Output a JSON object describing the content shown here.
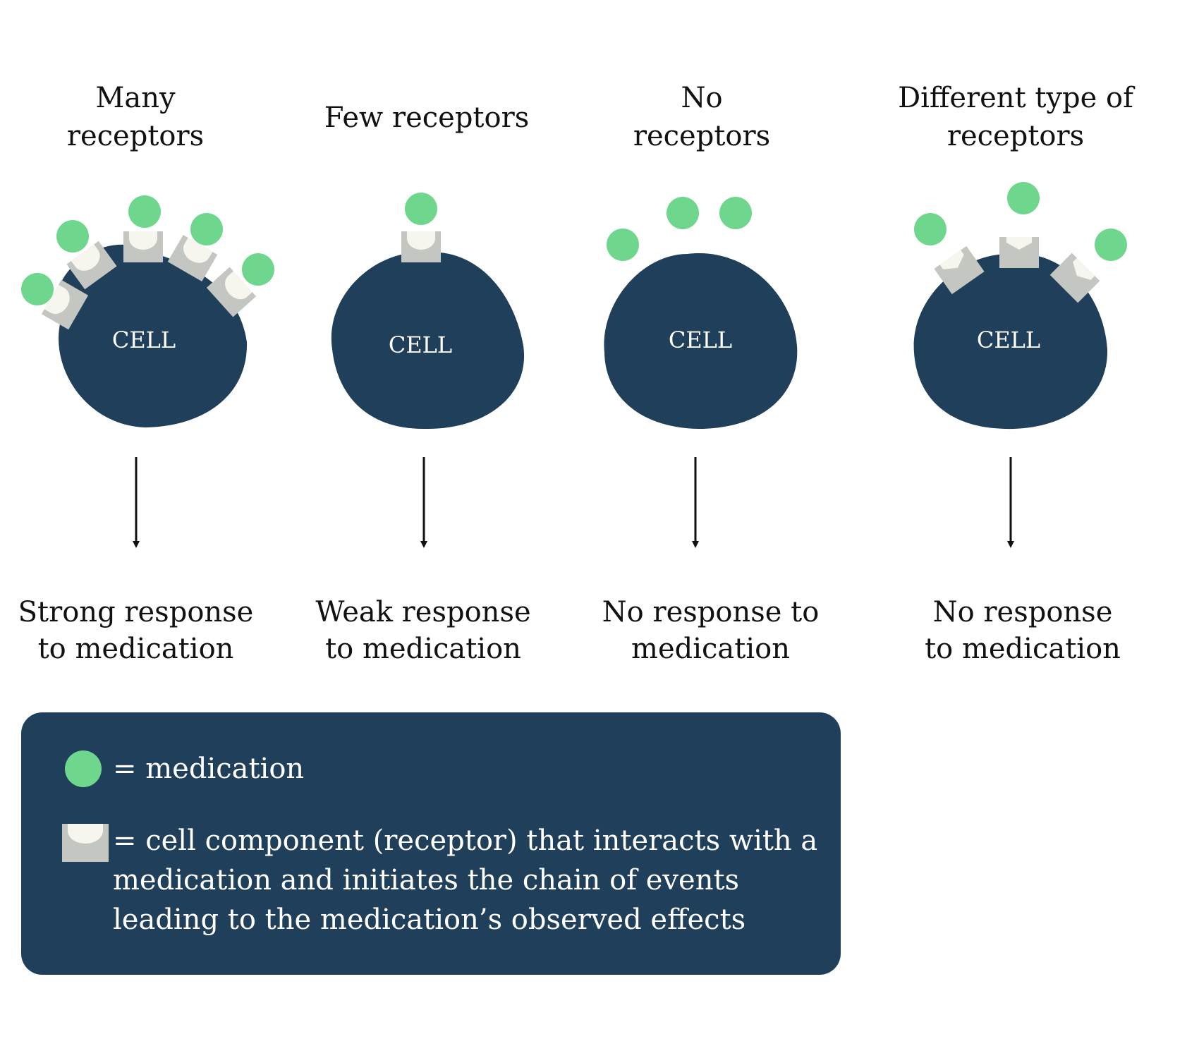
{
  "colors": {
    "cell": "#203f5a",
    "medication": "#6fd68e",
    "receptor": "#c4c6c1",
    "receptor_notch": "#f6f6ef",
    "text": "#111111",
    "legend_background": "#203f5a",
    "legend_text": "#ffffff"
  },
  "panels": [
    {
      "title_lines": [
        "Many",
        "receptors"
      ],
      "cell_label": "CELL",
      "response_lines": [
        "Strong response",
        "to medication"
      ]
    },
    {
      "title_lines": [
        "Few receptors"
      ],
      "cell_label": "CELL",
      "response_lines": [
        "Weak response",
        "to medication"
      ]
    },
    {
      "title_lines": [
        "No",
        "receptors"
      ],
      "cell_label": "CELL",
      "response_lines": [
        "No response to",
        "medication"
      ]
    },
    {
      "title_lines": [
        "Different type of",
        "receptors"
      ],
      "cell_label": "CELL",
      "response_lines": [
        "No response",
        "to medication"
      ]
    }
  ],
  "legend": {
    "medication_label": "= medication",
    "receptor_lines": [
      "= cell component (receptor) that interacts with a",
      "medication and initiates the chain of events",
      "leading to the medication’s observed effects"
    ]
  }
}
